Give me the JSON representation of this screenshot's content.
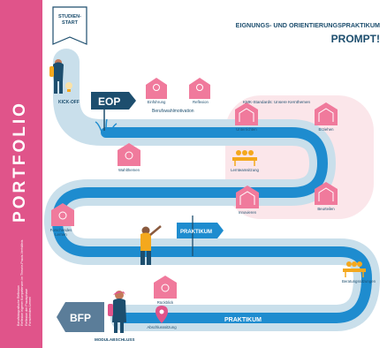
{
  "header": {
    "line1": "EIGNUNGS- UND ORIENTIERUNGSPRAKTIKUM",
    "line2": "PROMPT!"
  },
  "portfolio": {
    "title": "PORTFOLIO",
    "notes": [
      "Berufsbiografische Reflexion",
      "Reflexion eigener Kompetenzen im Theorie-Praxis-Verhältnis",
      "Reflexion der Praxisphase",
      "Forschendes Lernen"
    ]
  },
  "start": {
    "label": "STUDIEN-\nSTART"
  },
  "stations": {
    "kickoff": "KICK-OFF",
    "eop": "EOP",
    "einfuehrung": "Einführung",
    "reflexion": "Reflexion",
    "berufswahl": "Berufswahlmotivation",
    "kmk_title": "KMK-Standards: Unsere Kernthemen",
    "unterrichten": "Unterrichten",
    "erziehen": "Erziehen",
    "lernteam": "Lernteamsitzung",
    "wahlthemen": "Wahlthemen",
    "innovieren": "Innovieren",
    "beurteilen": "Beurteilen",
    "forschendes": "Forschendes Lernen",
    "praktikum1": "PRAKTIKUM",
    "beratung": "Beratungssitzungen",
    "rueckblick": "Rückblick",
    "abschluss": "Abschlusssitzung",
    "praktikum2": "PRAKTIKUM",
    "bfp": "BFP",
    "modul": "MODULABSCHLUSS"
  },
  "colors": {
    "pink": "#e0548a",
    "navy": "#1d4e6e",
    "blue": "#1e8ccf",
    "lightblue": "#c9dfeb",
    "rose": "#fbe6ea",
    "badge": "#f07a9c",
    "orange": "#f4a81d"
  }
}
